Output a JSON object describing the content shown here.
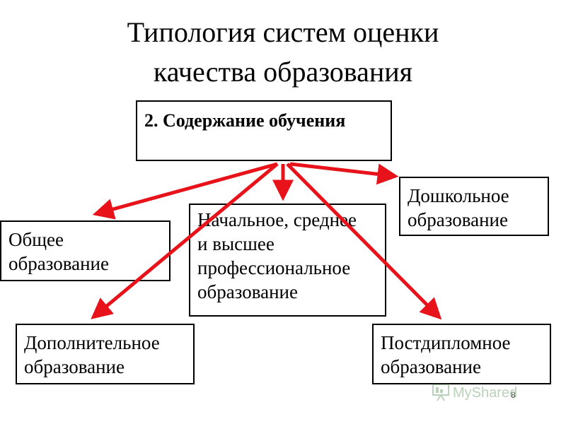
{
  "slide": {
    "title_lines": [
      "Типология систем оценки",
      "качества образования"
    ],
    "page_number": "8"
  },
  "boxes": {
    "main": {
      "lines": [
        "2. Содержание обучения"
      ]
    },
    "general": {
      "lines": [
        "Общее",
        "образование"
      ]
    },
    "professional": {
      "lines": [
        "Начальное, среднее",
        "и высшее",
        "профессиональное",
        "образование"
      ]
    },
    "preschool": {
      "lines": [
        "Дошкольное",
        "образование"
      ]
    },
    "additional": {
      "lines": [
        "Дополнительное",
        "образование"
      ]
    },
    "postgraduate": {
      "lines": [
        "Постдипломное",
        "образование"
      ]
    }
  },
  "colors": {
    "arrow": "#e8121a",
    "border": "#000000",
    "text": "#000000"
  },
  "watermark": {
    "text": "MyShared",
    "icon": "presentation-screen-icon"
  }
}
